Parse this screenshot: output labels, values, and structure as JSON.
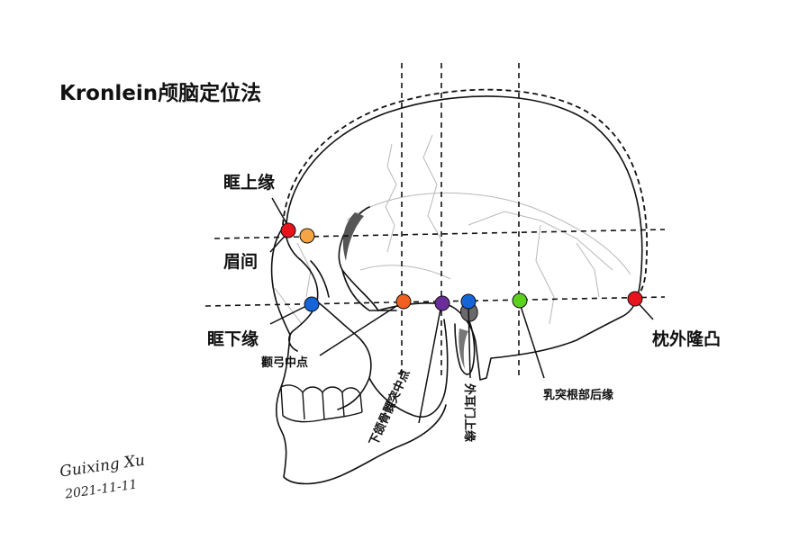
{
  "title": "Kronlein颅脑定位法",
  "labels": {
    "supraorbital": "眶上缘",
    "glabella": "眉间",
    "infraorbital": "眶下缘",
    "zygomatic_mid": "颧弓中点",
    "condyle_mid": "下颌骨髁突中点",
    "ear_upper": "外耳门上缘",
    "mastoid_post": "乳突根部后缘",
    "inion": "枕外隆凸"
  },
  "signature": {
    "name": "Guixing Xu",
    "date": "2021-11-11"
  },
  "colors": {
    "red": "#e8141c",
    "orange_light": "#f5a545",
    "blue": "#1565d8",
    "orange": "#f06020",
    "purple": "#6a2d9a",
    "green": "#5cd21e",
    "gray": "#777777"
  }
}
